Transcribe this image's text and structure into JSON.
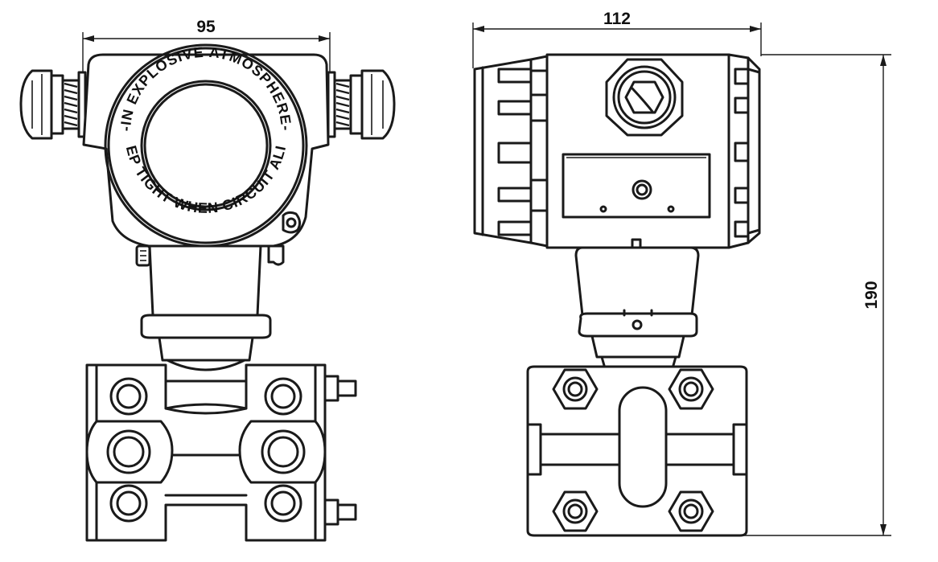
{
  "dimensions": {
    "front_width": "95",
    "side_width": "112",
    "side_height": "190"
  },
  "cover_ring": {
    "top_text": "-IN EXPLOSIVE ATMOSPHERE-",
    "bottom_text": "KEEP TIGHT WHEN CIRCUIT ALIVE"
  },
  "colors": {
    "line": "#1a1a1a",
    "background": "#ffffff"
  }
}
